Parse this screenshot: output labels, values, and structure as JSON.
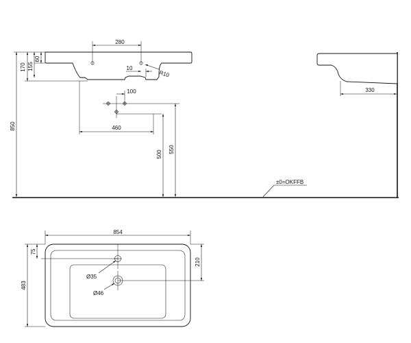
{
  "colors": {
    "line": "#111111",
    "background": "#ffffff"
  },
  "front_view": {
    "dims": {
      "height_total": "850",
      "height_170": "170",
      "height_155": "155",
      "height_60": "60",
      "tap_spacing": "280",
      "offset_10": "10",
      "radius": "R10",
      "waste_100": "100",
      "waste_460": "460",
      "height_500": "500",
      "height_550": "550"
    },
    "floor_label": "±0=OKFFB"
  },
  "side_view": {
    "depth": "330"
  },
  "top_view": {
    "dims": {
      "width": "854",
      "depth": "483",
      "offset_75": "75",
      "offset_210": "210",
      "tap_hole": "Ø35",
      "waste_hole": "Ø46"
    }
  }
}
